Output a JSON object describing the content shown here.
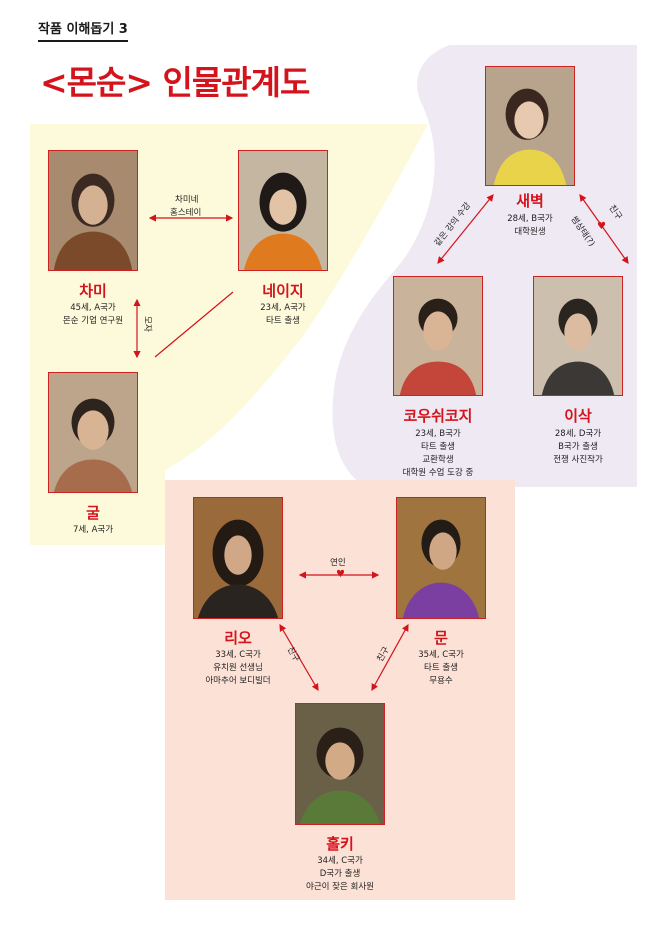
{
  "header": {
    "kicker": "작품 이해돕기 3",
    "title": "<몬순> 인물관계도"
  },
  "characters": {
    "chami": {
      "name": "차미",
      "info": [
        "45세, A국가",
        "몬순 기업 연구원"
      ]
    },
    "neiji": {
      "name": "네이지",
      "info": [
        "23세, A국가",
        "타트 출생"
      ]
    },
    "gul": {
      "name": "굴",
      "info": [
        "7세, A국가"
      ]
    },
    "saebyeok": {
      "name": "새벽",
      "info": [
        "28세, B국가",
        "대학원생"
      ]
    },
    "kou": {
      "name": "코우쉬코지",
      "info": [
        "23세, B국가",
        "타트 출생",
        "교환학생",
        "대학원 수업 도강 중"
      ]
    },
    "isak": {
      "name": "이삭",
      "info": [
        "28세, D국가",
        "B국가 출생",
        "전쟁 사진작가"
      ]
    },
    "rio": {
      "name": "리오",
      "info": [
        "33세, C국가",
        "유치원 선생님",
        "아마추어 보디빌더"
      ]
    },
    "mun": {
      "name": "문",
      "info": [
        "35세, C국가",
        "타트 출생",
        "무용수"
      ]
    },
    "holki": {
      "name": "홀키",
      "info": [
        "34세, C국가",
        "D국가 출생",
        "야근이 잦은 회사원"
      ]
    }
  },
  "relations": {
    "chami_neiji": [
      "차미네",
      "홈스테이"
    ],
    "chami_gul": "모자",
    "saebyeok_kou": "같은 강의 수강",
    "saebyeok_isak_1": "친구",
    "saebyeok_isak_2": "썸상태(?)",
    "rio_mun": "연인",
    "rio_holki": "친구",
    "mun_holki": "친구"
  },
  "colors": {
    "accent": "#d4141c",
    "yellow_panel": "#fdfadb",
    "lavender_panel": "#efe9f3",
    "peach_panel": "#fbe1d6"
  }
}
